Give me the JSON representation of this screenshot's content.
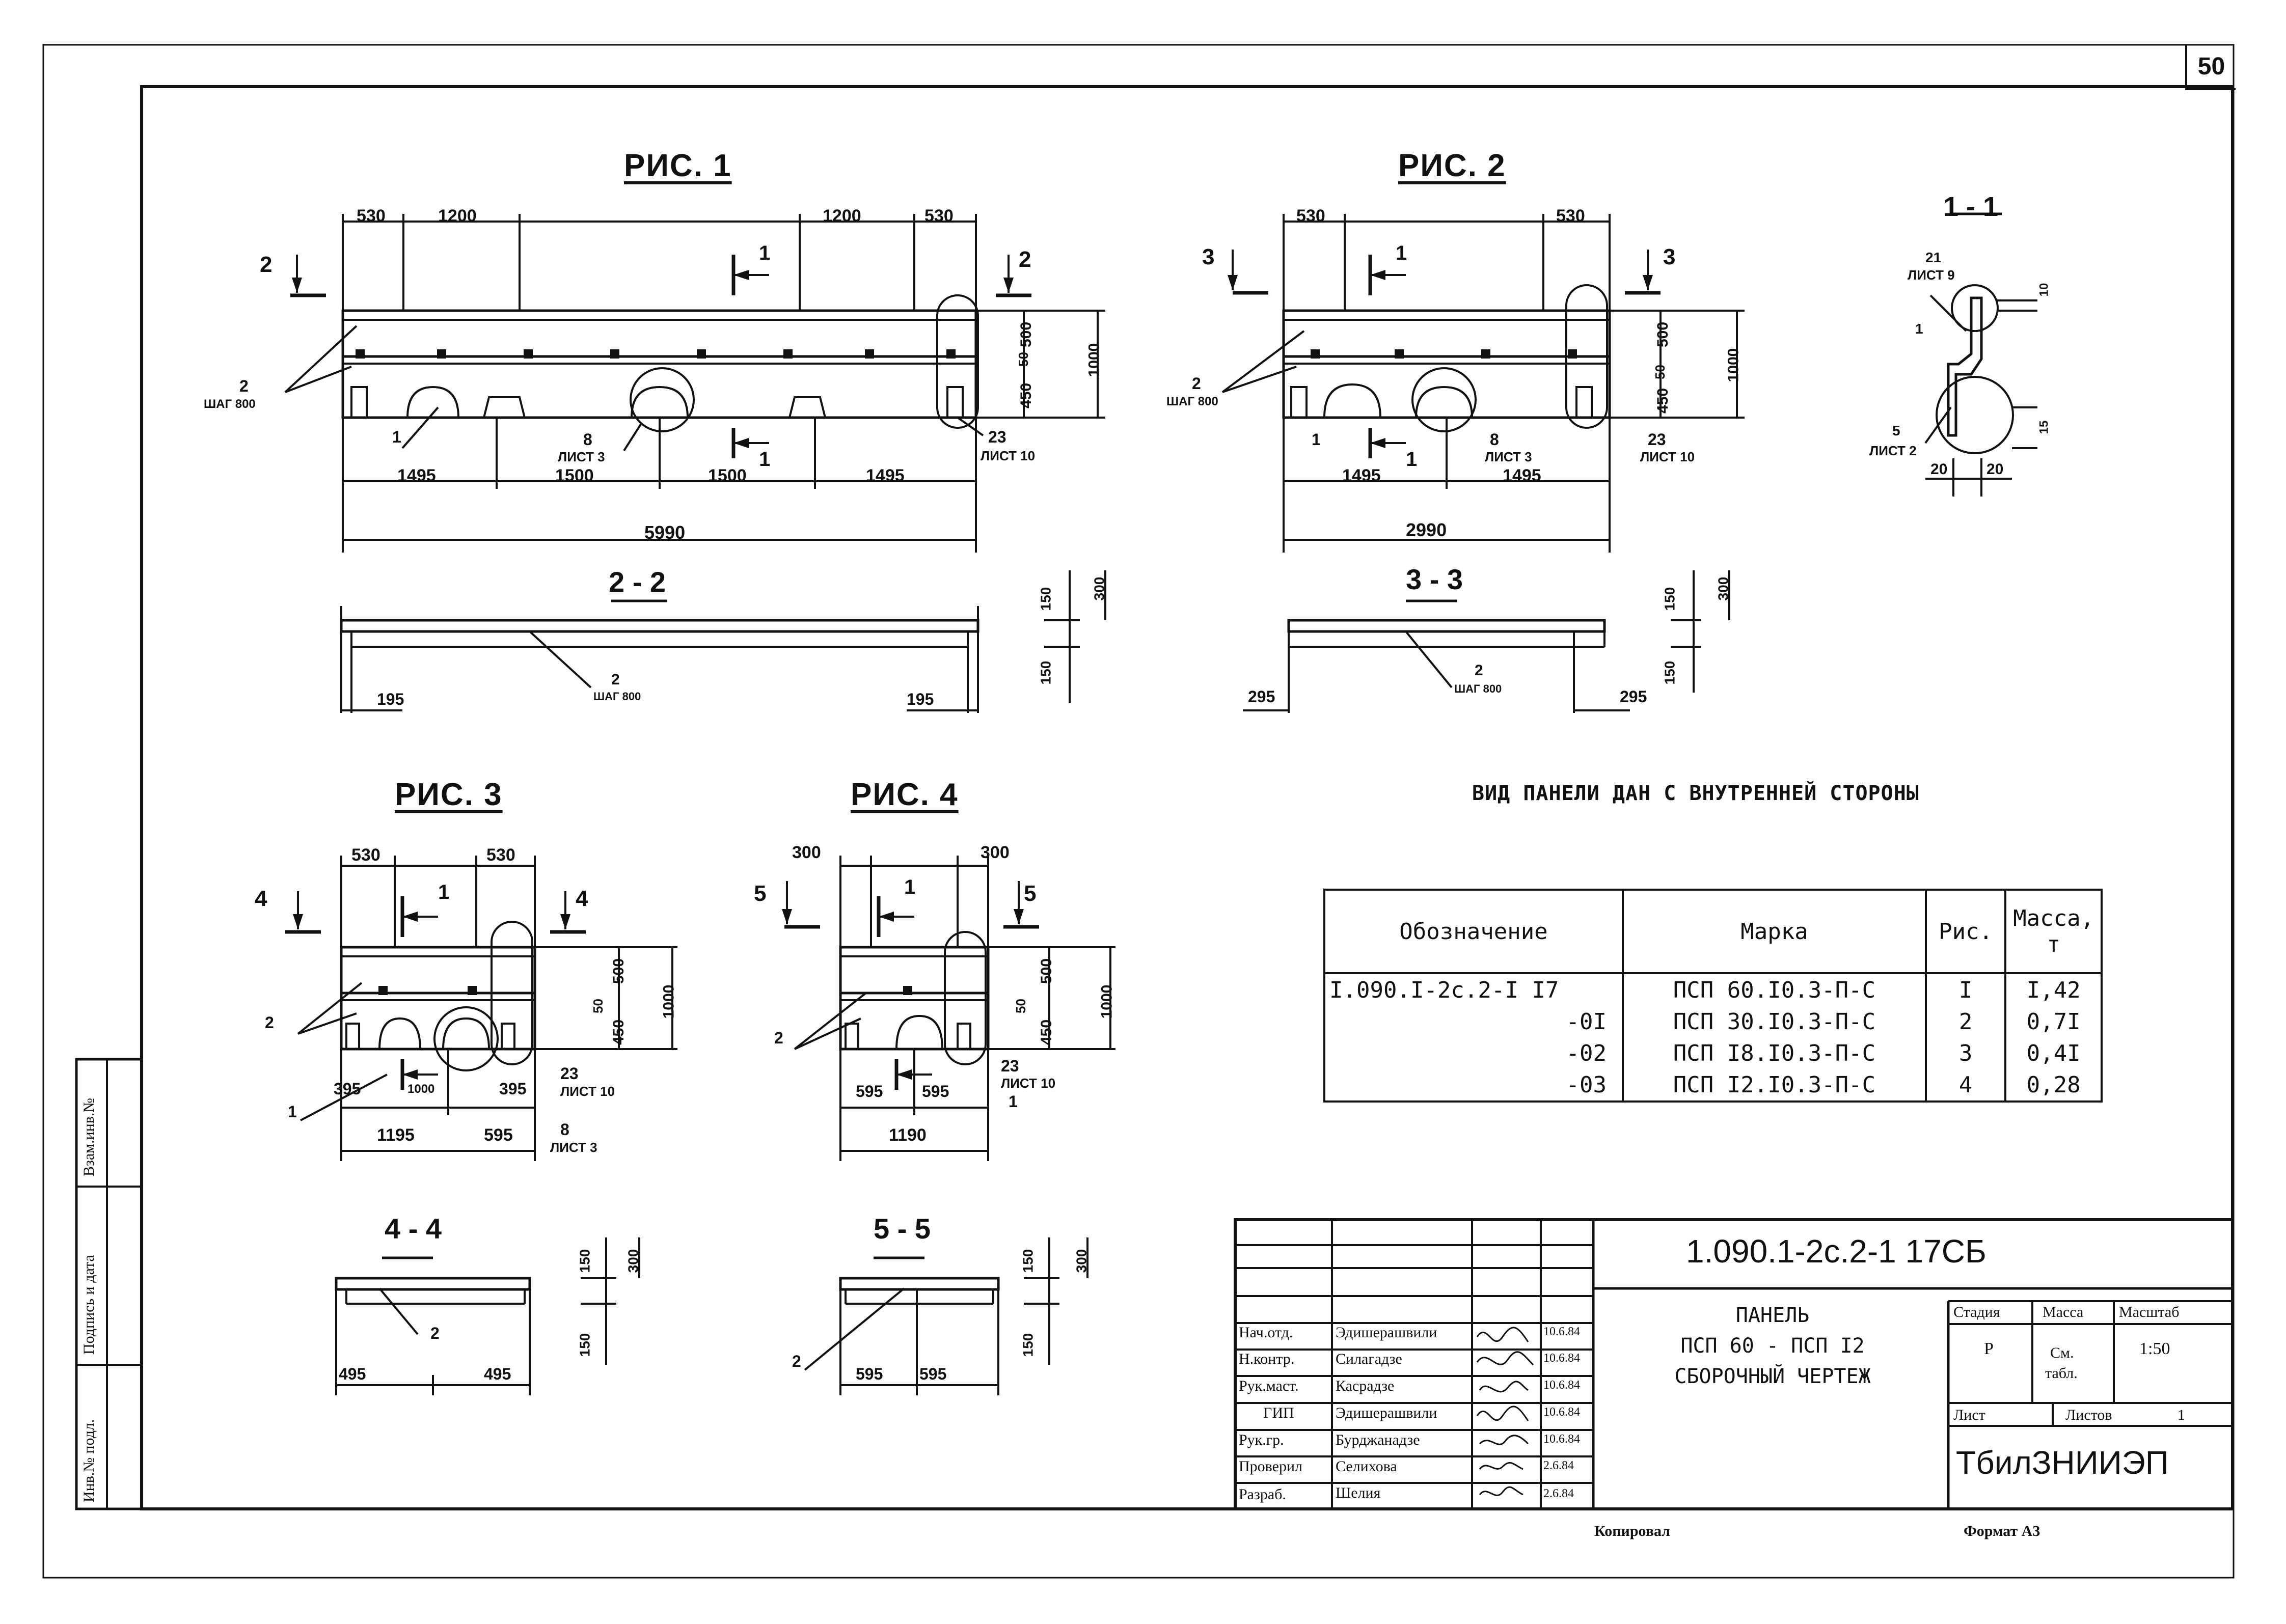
{
  "sheet_number": "50",
  "figures": {
    "fig1": {
      "title": "РИС. 1",
      "dims_top": [
        "530",
        "1200",
        "1200",
        "530"
      ],
      "dims_bottom": [
        "1495",
        "1500",
        "1500",
        "1495"
      ],
      "total": "5990",
      "height": [
        "500",
        "50",
        "450",
        "1000"
      ],
      "cut_left": "2",
      "cut_right": "2",
      "cut_mid": "1",
      "callouts": {
        "c2": "2",
        "c2_note": "ШАГ 800",
        "c1": "1",
        "c8": "8",
        "c8_note": "ЛИСТ 3",
        "c23": "23",
        "c23_note": "ЛИСТ 10"
      }
    },
    "fig2": {
      "title": "РИС. 2",
      "dims_top": [
        "530",
        "530"
      ],
      "dims_bottom": [
        "1495",
        "1495"
      ],
      "total": "2990",
      "height": [
        "500",
        "50",
        "450",
        "1000"
      ],
      "cut_left": "3",
      "cut_right": "3",
      "cut_mid": "1",
      "callouts": {
        "c2": "2",
        "c2_note": "ШАГ 800",
        "c1": "1",
        "c8": "8",
        "c8_note": "ЛИСТ 3",
        "c23": "23",
        "c23_note": "ЛИСТ 10"
      }
    },
    "sec11": {
      "title": "1 - 1",
      "labels": {
        "l21": "21",
        "l21_note": "ЛИСТ 9",
        "l1": "1",
        "l5": "5",
        "l5_note": "ЛИСТ 2"
      },
      "dims": [
        "10",
        "15",
        "20",
        "20"
      ]
    },
    "sec22": {
      "title": "2 - 2",
      "dims": [
        "195",
        "195",
        "150",
        "150",
        "300"
      ],
      "callout": "2",
      "callout_note": "ШАГ 800"
    },
    "sec33": {
      "title": "3 - 3",
      "dims": [
        "295",
        "295",
        "150",
        "150",
        "300"
      ],
      "callout": "2",
      "callout_note": "ШАГ 800"
    },
    "fig3": {
      "title": "РИС. 3",
      "dims_top": [
        "530",
        "530"
      ],
      "dims_bottom": [
        "395",
        "1000",
        "395"
      ],
      "total": [
        "1195",
        "595"
      ],
      "height": [
        "500",
        "50",
        "450",
        "1000"
      ],
      "cut_left": "4",
      "cut_right": "4",
      "cut_mid": "1",
      "callouts": {
        "c2": "2",
        "c1": "1",
        "c8": "8",
        "c8_note": "ЛИСТ 3",
        "c23": "23",
        "c23_note": "ЛИСТ 10"
      }
    },
    "fig4": {
      "title": "РИС. 4",
      "dims_top": [
        "300",
        "300"
      ],
      "dims_bottom": [
        "595",
        "595"
      ],
      "total": "1190",
      "height": [
        "500",
        "50",
        "450",
        "1000"
      ],
      "cut_left": "5",
      "cut_right": "5",
      "cut_mid": "1",
      "callouts": {
        "c2": "2",
        "c1": "1",
        "c23": "23",
        "c23_note": "ЛИСТ 10"
      }
    },
    "sec44": {
      "title": "4 - 4",
      "dims": [
        "495",
        "495",
        "150",
        "150",
        "300"
      ],
      "callout": "2"
    },
    "sec55": {
      "title": "5 - 5",
      "dims": [
        "595",
        "595",
        "150",
        "150",
        "300"
      ],
      "callout": "2"
    }
  },
  "note": "ВИД ПАНЕЛИ ДАН С ВНУТРЕННЕЙ СТОРОНЫ",
  "spec_table": {
    "headers": [
      "Обозначение",
      "Марка",
      "Рис.",
      "Масса, т"
    ],
    "rows": [
      {
        "designation": "I.090.I-2с.2-I I7",
        "mark": "ПСП 60.I0.3-П-С",
        "fig": "I",
        "mass": "I,42"
      },
      {
        "designation": "-0I",
        "mark": "ПСП 30.I0.3-П-С",
        "fig": "2",
        "mass": "0,7I"
      },
      {
        "designation": "-02",
        "mark": "ПСП I8.I0.3-П-С",
        "fig": "3",
        "mass": "0,4I"
      },
      {
        "designation": "-03",
        "mark": "ПСП I2.I0.3-П-С",
        "fig": "4",
        "mass": "0,28"
      }
    ]
  },
  "title_block": {
    "code": "1.090.1-2с.2-1   17СБ",
    "name_line1": "ПАНЕЛЬ",
    "name_line2": "ПСП 60 - ПСП I2",
    "name_line3": "СБОРОЧНЫЙ ЧЕРТЕЖ",
    "stage_h": "Стадия",
    "mass_h": "Масса",
    "scale_h": "Масштаб",
    "stage": "Р",
    "mass_l1": "См.",
    "mass_l2": "табл.",
    "scale": "1:50",
    "sheet_h": "Лист",
    "sheets_h": "Листов",
    "sheets": "1",
    "org": "ТбилЗНИИЭП",
    "people": [
      {
        "role": "Нач.отд.",
        "name": "Эдишерашвили",
        "date": "10.6.84"
      },
      {
        "role": "Н.контр.",
        "name": "Силагадзе",
        "date": "10.6.84"
      },
      {
        "role": "Рук.маст.",
        "name": "Касрадзе",
        "date": "10.6.84"
      },
      {
        "role": "ГИП",
        "name": "Эдишерашвили",
        "date": "10.6.84"
      },
      {
        "role": "Рук.гр.",
        "name": "Бурджанадзе",
        "date": "10.6.84"
      },
      {
        "role": "Проверил",
        "name": "Селихова",
        "date": "2.6.84"
      },
      {
        "role": "Разраб.",
        "name": "Шелия",
        "date": "2.6.84"
      }
    ]
  },
  "side_stamp": [
    "Инв.№ подл.",
    "Подпись и дата",
    "Взам.инв.№"
  ],
  "footer": {
    "copied": "Копировал",
    "format": "Формат А3"
  }
}
